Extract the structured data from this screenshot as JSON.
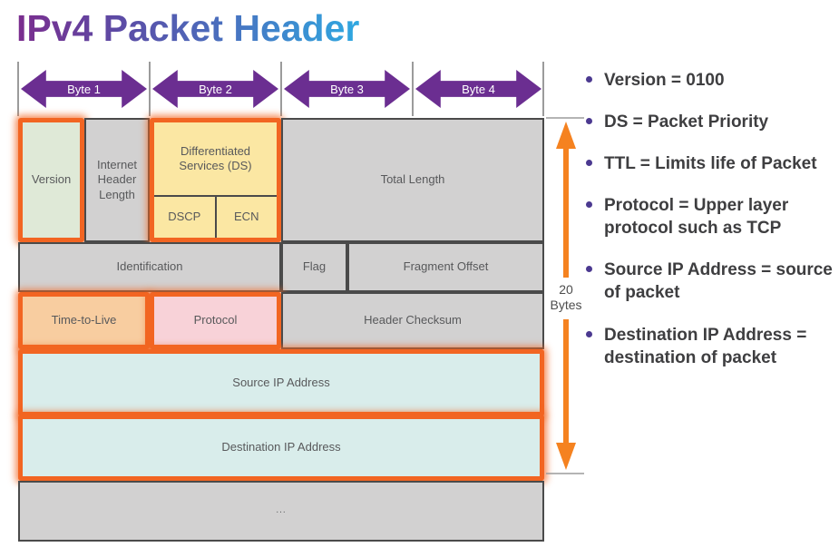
{
  "title": "IPv4 Packet Header",
  "bytes": {
    "labels": [
      "Byte 1",
      "Byte 2",
      "Byte 3",
      "Byte 4"
    ]
  },
  "header_fields": {
    "version": "Version",
    "ihl": "Internet Header Length",
    "ds": "Differentiated Services (DS)",
    "dscp": "DSCP",
    "ecn": "ECN",
    "total_length": "Total Length",
    "identification": "Identification",
    "flag": "Flag",
    "fragment_offset": "Fragment Offset",
    "ttl": "Time-to-Live",
    "protocol": "Protocol",
    "header_checksum": "Header Checksum",
    "source_ip": "Source IP Address",
    "destination_ip": "Destination IP Address",
    "more": "..."
  },
  "size_indicator": {
    "value": "20",
    "unit": "Bytes"
  },
  "notes": [
    "Version = 0100",
    "DS = Packet Priority",
    "TTL = Limits life of Packet",
    "Protocol = Upper layer protocol such as TCP",
    "Source IP Address = source of packet",
    "Destination IP Address = destination of packet"
  ],
  "colors": {
    "highlight_orange": "#f26522",
    "size_arrow_orange": "#f58220",
    "byte_arrow_purple": "#6b2e91",
    "cell_gray": "#d2d1d1",
    "version_green": "#dfe9d7",
    "ds_yellow": "#fbe7a3",
    "ttl_peach": "#f8cda0",
    "protocol_pink": "#f8d2d8",
    "ip_cyan": "#d9edeb",
    "title_gradient_start": "#7b2d8e",
    "title_gradient_end": "#2fa8e1",
    "bullet_purple": "#4b3990"
  }
}
